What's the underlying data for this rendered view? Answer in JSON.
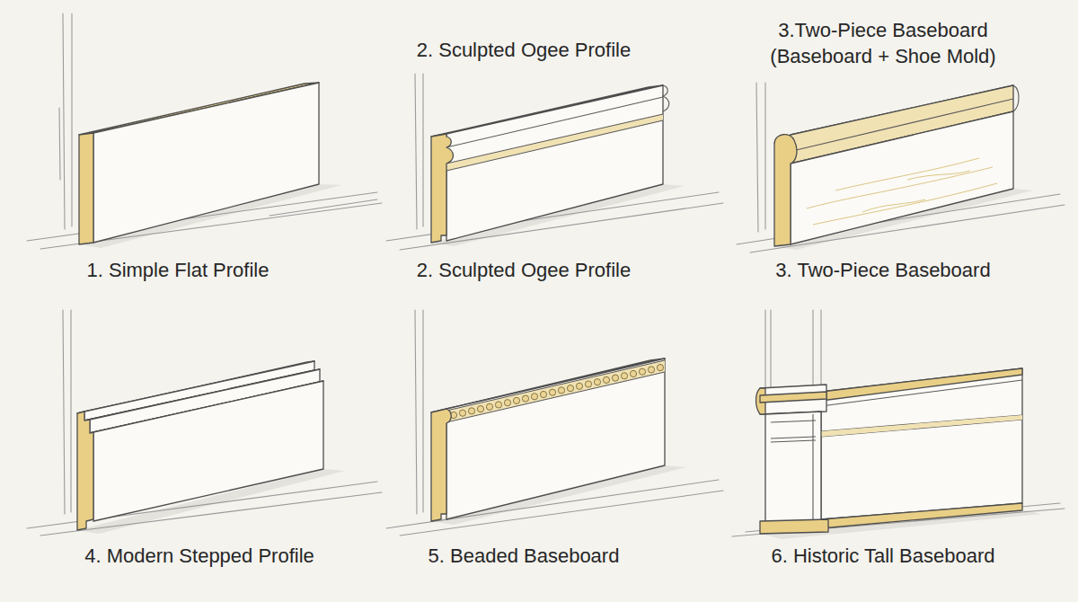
{
  "diagram": {
    "labels": [
      "2. Sculpted Ogee Profile",
      "3.Two-Piece Baseboard (Baseboard + Shoe Mold)",
      "1. Simple Flat Profile",
      "2. Sculpted Ogee Profile",
      "3. Two-Piece Baseboard",
      "4. Modern Stepped Profile",
      "5. Beaded Baseboard",
      "6. Historic Tall Baseboard"
    ]
  }
}
